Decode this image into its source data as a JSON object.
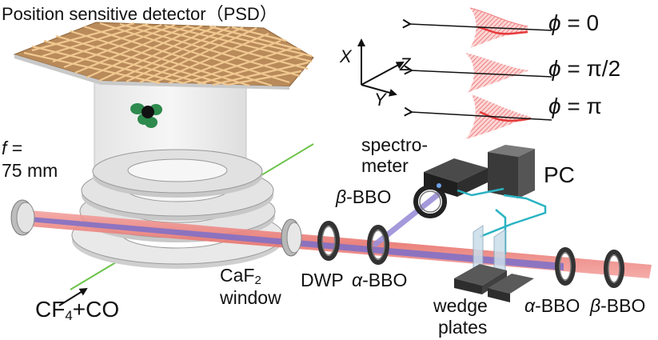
{
  "diagram": {
    "title": "Position sensitive detector（PSD）",
    "focal": {
      "line1": "f =",
      "f_symbol": "f",
      "eq": " =",
      "line2": "75 mm"
    },
    "axes": {
      "x": "X",
      "y": "Y",
      "z": "Z"
    },
    "pulses": [
      {
        "symbol": "ϕ",
        "value": " = 0"
      },
      {
        "symbol": "ϕ",
        "value": " = π/2"
      },
      {
        "symbol": "ϕ",
        "value": " =  π"
      }
    ],
    "labels": {
      "spectrometer_1": "spectro-",
      "spectrometer_2": "meter",
      "pc": "PC",
      "beta_bbo_top_greek": "β",
      "beta_bbo_top_rest": "-BBO",
      "caf2_base": "CaF",
      "caf2_sub": "2",
      "window": "window",
      "dwp": "DWP",
      "alpha_bbo_mid_greek": "α",
      "alpha_bbo_mid_rest": "-BBO",
      "gas_cf": "CF",
      "gas_sub": "4",
      "gas_rest": "+CO",
      "wedge_1": "wedge",
      "wedge_2": "plates",
      "alpha_bbo_right_greek": "α",
      "alpha_bbo_right_rest": "-BBO",
      "beta_bbo_right_greek": "β",
      "beta_bbo_right_rest": "-BBO"
    },
    "colors": {
      "beam_red": "#e8756f",
      "beam_blue": "#7b6fc9",
      "grid_orange": "#d6a36c",
      "pulse_fill": "#f28c8c",
      "pulse_edge": "#e53b3b",
      "cable_teal": "#2ab3c2",
      "molecule_green": "#2e8a4d",
      "gas_green": "#6cc24a"
    }
  }
}
